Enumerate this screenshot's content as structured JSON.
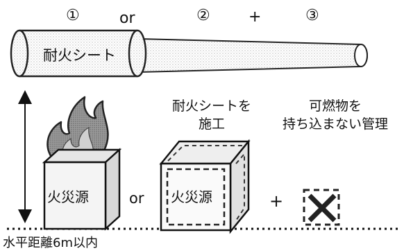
{
  "header": {
    "option1": "①",
    "or": "or",
    "option2": "②",
    "plus": "+",
    "option3": "③"
  },
  "pipe": {
    "label": "耐火シート"
  },
  "measure": {
    "label": "水平距離6m以内"
  },
  "boxes": {
    "source_label": "火災源",
    "wrapped_label": "火災源",
    "or": "or",
    "plus": "+"
  },
  "captions": {
    "sheet_line1": "耐火シートを",
    "sheet_line2": "施工",
    "combustible_line1": "可燃物を",
    "combustible_line2": "持ち込まない管理"
  }
}
